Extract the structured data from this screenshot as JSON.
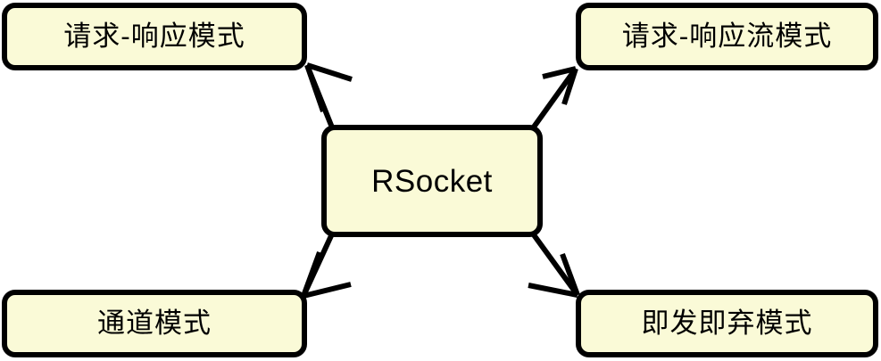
{
  "diagram": {
    "title": "RSocket",
    "type": "radial-concept-map",
    "colors": {
      "node_fill": "#FAFAD7",
      "node_border": "#000000",
      "arrow": "#000000",
      "background": "#FFFFFF"
    },
    "center": {
      "id": "rsocket",
      "label": "RSocket"
    },
    "nodes": [
      {
        "id": "request-response",
        "label": "请求-响应模式",
        "position": "top-left"
      },
      {
        "id": "request-stream",
        "label": "请求-响应流模式",
        "position": "top-right"
      },
      {
        "id": "channel",
        "label": "通道模式",
        "position": "bottom-left"
      },
      {
        "id": "fire-and-forget",
        "label": "即发即弃模式",
        "position": "bottom-right"
      }
    ],
    "edges": [
      {
        "from": "rsocket",
        "to": "request-response",
        "arrowhead": "open-v",
        "direction": "to-target"
      },
      {
        "from": "rsocket",
        "to": "request-stream",
        "arrowhead": "open-v",
        "direction": "to-target"
      },
      {
        "from": "rsocket",
        "to": "channel",
        "arrowhead": "open-v",
        "direction": "to-target"
      },
      {
        "from": "rsocket",
        "to": "fire-and-forget",
        "arrowhead": "open-v",
        "direction": "to-target"
      }
    ]
  }
}
